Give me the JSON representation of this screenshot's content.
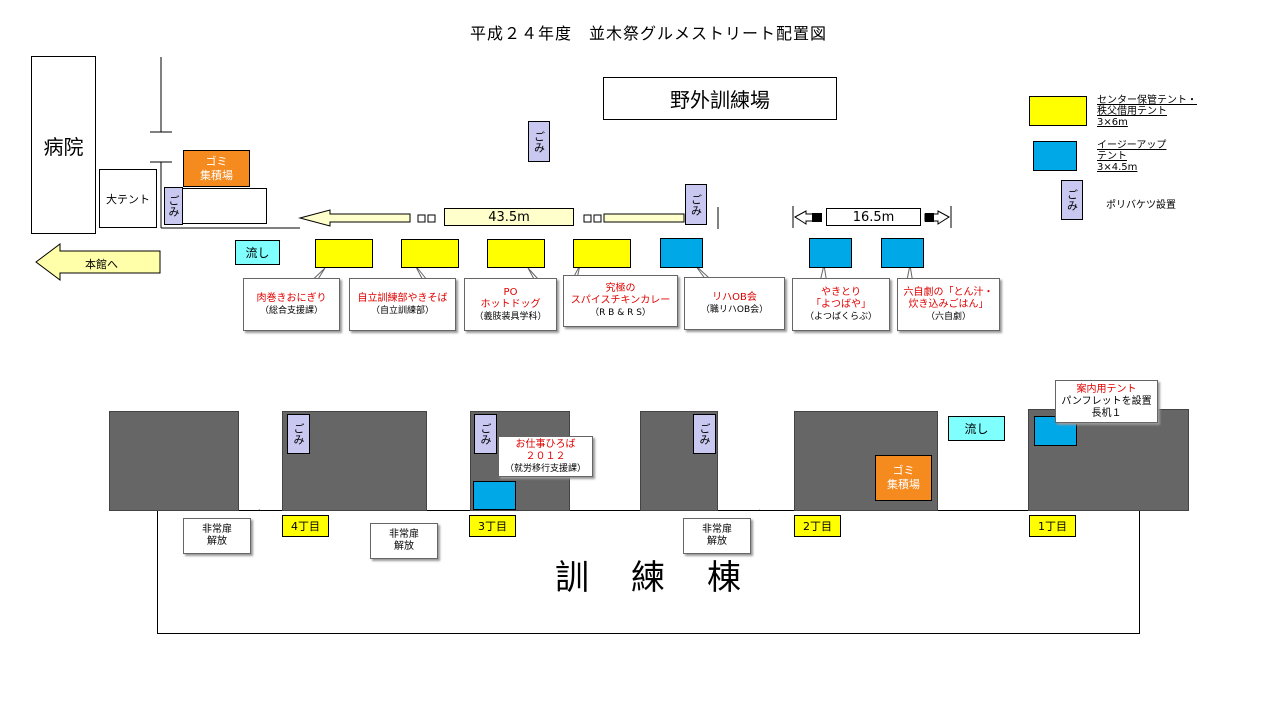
{
  "title": "平成２４年度　並木祭グルメストリート配置図",
  "labels": {
    "hospital": "病院",
    "outdoor": "野外訓練場",
    "big_tent": "大テント",
    "main_bldg": "本館へ",
    "training_bldg": "訓　練　棟",
    "dist1": "43.5m",
    "dist2": "16.5m",
    "sink": "流し",
    "gomi": "ごみ",
    "garbage": "ゴミ\n集積場"
  },
  "legend": {
    "yellow": "センター保管テント・\n秩父借用テント\n3×6m",
    "blue": "イージーアップ\nテント\n3×4.5m",
    "lilac": "ポリバケツ設置"
  },
  "stalls": [
    {
      "name": "肉巻きおにぎり",
      "group": "（総合支援課）"
    },
    {
      "name": "自立訓練部やきそば",
      "group": "（自立訓練部）"
    },
    {
      "name": "PO\nホットドッグ",
      "group": "（義肢装具学科）"
    },
    {
      "name": "究極の\nスパイスチキンカレー",
      "group": "（R B & R S）"
    },
    {
      "name": "リハOB会",
      "group": "（職リハOB会）"
    },
    {
      "name": "やきとり\n「よつばや」",
      "group": "（よつばくらぶ）"
    },
    {
      "name": "六自劇の「とん汁・\n炊き込みごはん」",
      "group": "（六自劇）"
    }
  ],
  "lower": {
    "info_tent": "案内用テント",
    "info_note": "パンフレットを設置\n長机１",
    "job_plaza": "お仕事ひろば\n２０１２",
    "job_group": "（就労移行支援課）",
    "emergency": "非常扉\n解放",
    "chome": [
      "4丁目",
      "3丁目",
      "2丁目",
      "1丁目"
    ]
  },
  "colors": {
    "yellow": "#ffff00",
    "blue": "#00a8e8",
    "orange": "#f58a1f",
    "gray": "#666666"
  }
}
